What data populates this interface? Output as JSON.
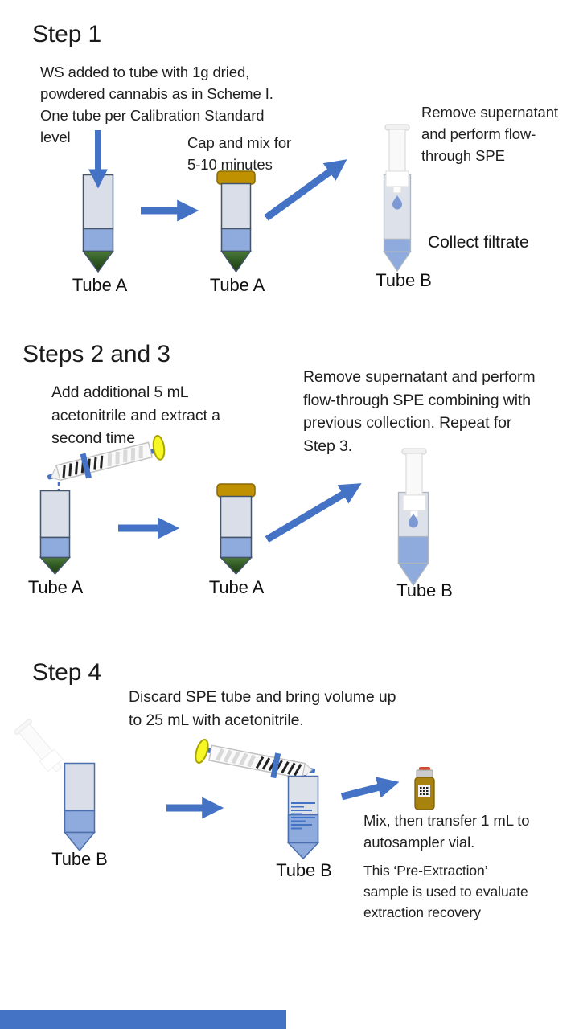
{
  "colors": {
    "accent_blue": "#4472C4",
    "liquid_blue": "#8FAADC",
    "tube_fill": "#D9DEE8",
    "tube_border_dark": "#44546A",
    "cap_gold": "#BF9000",
    "plant_green": "#2E5C1E",
    "vial_amber": "#A8820E",
    "drop_blue": "#7C99D4",
    "footer_bar": "#4472C4"
  },
  "icons": [
    "down-arrow-icon",
    "right-arrow-icon",
    "diagonal-arrow-icon",
    "conical-tube-icon",
    "tube-cap-icon",
    "syringe-icon",
    "spe-cartridge-icon",
    "liquid-drop-icon",
    "autosampler-vial-icon"
  ],
  "step1": {
    "title": "Step 1",
    "note_ws": "WS added to tube with 1g dried,\npowdered cannabis as in Scheme I.\nOne tube per Calibration Standard\nlevel",
    "note_cap": "Cap and mix for\n5-10 minutes",
    "note_spe": "Remove supernatant\nand perform flow-\nthrough SPE",
    "note_collect": "Collect filtrate",
    "tube_a1_label": "Tube A",
    "tube_a2_label": "Tube A",
    "tube_b_label": "Tube B"
  },
  "steps23": {
    "title": "Steps 2 and 3",
    "note_add": "Add additional 5 mL\nacetonitrile and extract a\nsecond time",
    "note_spe": "Remove supernatant and perform\nflow-through SPE combining with\nprevious collection. Repeat for\nStep 3.",
    "tube_a1_label": "Tube A",
    "tube_a2_label": "Tube A",
    "tube_b_label": "Tube B"
  },
  "step4": {
    "title": "Step 4",
    "note_discard": "Discard SPE tube and bring volume up\nto 25 mL with acetonitrile.",
    "note_mix": "Mix, then transfer 1 mL to\nautosampler vial.",
    "note_pre": "This ‘Pre-Extraction’\nsample is used to evaluate\nextraction recovery",
    "tube_b1_label": "Tube B",
    "tube_b2_label": "Tube B"
  }
}
